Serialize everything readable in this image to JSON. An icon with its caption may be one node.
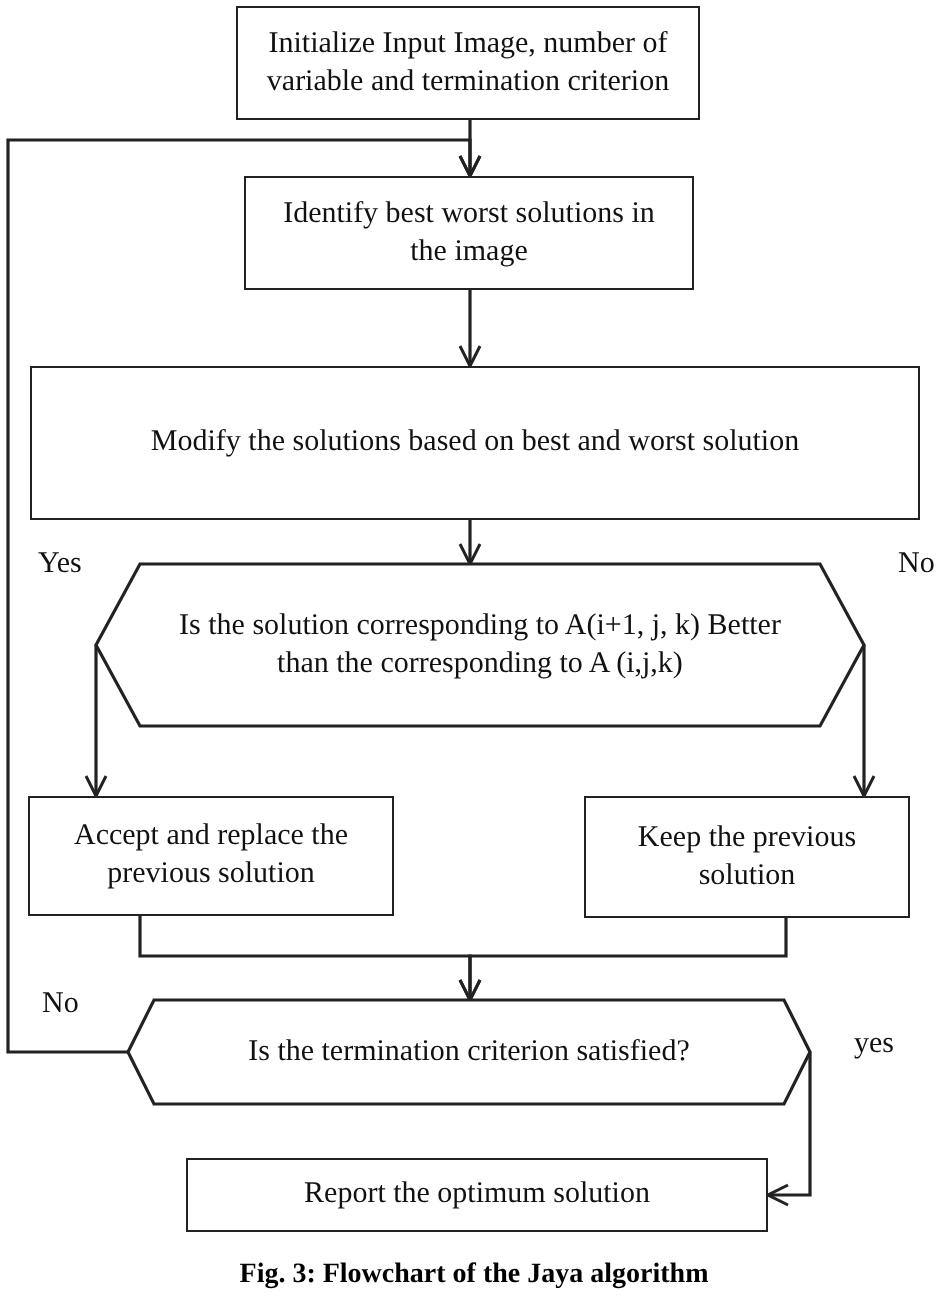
{
  "diagram": {
    "caption": "Fig. 3: Flowchart of the Jaya algorithm",
    "nodes": [
      {
        "text": [
          "Initialize Input Image, number of variable and termination criterion"
        ]
      },
      {
        "text": [
          "Identify best worst solutions in the image"
        ]
      },
      {
        "text": [
          "Modify the solutions based on best and worst solution"
        ]
      },
      {
        "text": [
          "Is the solution corresponding to A(i+1, j, k) Better than the corresponding to A (i,j,k)"
        ]
      },
      {
        "text": [
          "Accept and replace the previous solution"
        ]
      },
      {
        "text": [
          "Keep the previous solution"
        ]
      },
      {
        "text": [
          "Is the termination criterion satisfied?"
        ]
      },
      {
        "text": [
          "Report the optimum solution"
        ]
      }
    ],
    "edges": [
      {
        "from": 0,
        "to": 1,
        "arrow": "to"
      },
      {
        "from": 1,
        "to": 2,
        "arrow": "to"
      },
      {
        "from": 2,
        "to": 3,
        "arrow": "to"
      },
      {
        "from": 3,
        "to": 4,
        "arrow": "to",
        "label": "Yes"
      },
      {
        "from": 3,
        "to": 5,
        "arrow": "to",
        "label": "No"
      },
      {
        "from": 4,
        "to": 6,
        "arrow": "to"
      },
      {
        "from": 5,
        "to": 6,
        "arrow": "to"
      },
      {
        "from": 6,
        "to": 1,
        "arrow": "to",
        "label": "No"
      },
      {
        "from": 6,
        "to": 7,
        "arrow": "to",
        "label": "yes"
      }
    ]
  }
}
